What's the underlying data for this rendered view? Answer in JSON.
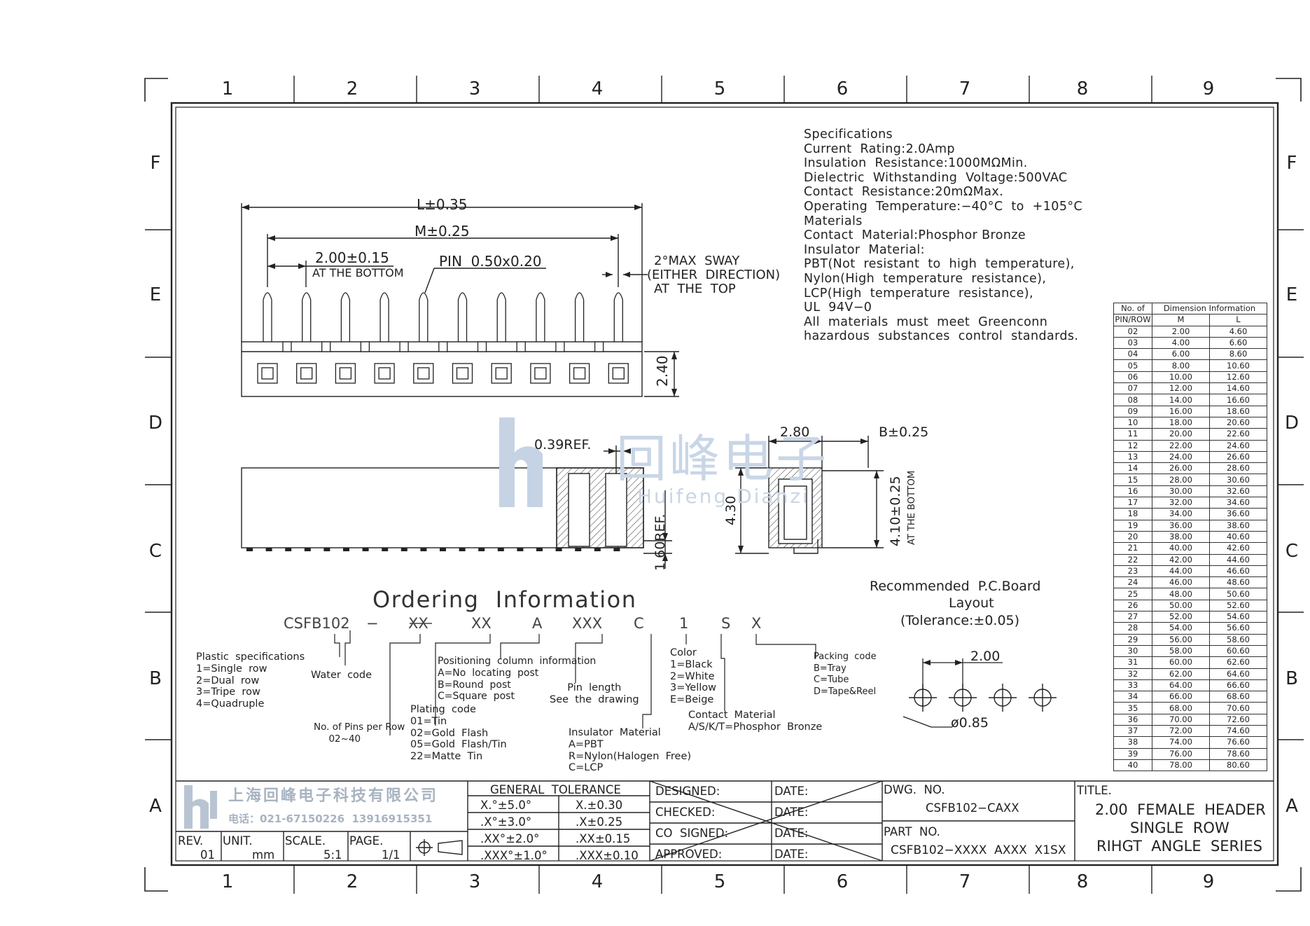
{
  "zones": {
    "columns": [
      "1",
      "2",
      "3",
      "4",
      "5",
      "6",
      "7",
      "8",
      "9"
    ],
    "rows": [
      "F",
      "E",
      "D",
      "C",
      "B",
      "A"
    ]
  },
  "specifications": {
    "lines": [
      "Specifications",
      "Current  Rating:2.0Amp",
      "Insulation  Resistance:1000MΩMin.",
      "Dielectric  Withstanding  Voltage:500VAC",
      "Contact  Resistance:20mΩMax.",
      "Operating  Temperature:−40°C  to  +105°C",
      "Materials",
      "Contact  Material:Phosphor Bronze",
      "Insulator  Material:",
      "PBT(Not  resistant  to  high  temperature),",
      "Nylon(High  temperature  resistance),",
      "LCP(High  temperature  resistance),",
      "UL  94V−0",
      "All  materials  must  meet  Greenconn",
      "hazardous  substances  control  standards."
    ]
  },
  "front_view": {
    "dim_L": "L±0.35",
    "dim_M": "M±0.25",
    "dim_pitch": "2.00±0.15",
    "dim_pitch_note": "AT THE BOTTOM",
    "pin_label": "PIN  0.50x0.20",
    "sway_1": "2°MAX  SWAY",
    "sway_2": "(EITHER  DIRECTION)",
    "sway_3": "AT  THE  TOP",
    "dim_height": "2.40"
  },
  "side_view": {
    "ref_039": "0.39REF.",
    "ref_160": "1.60REF.",
    "dim_280": "2.80",
    "dim_B": "B±0.25",
    "dim_430": "4.30",
    "dim_410": "4.10±0.25",
    "dim_410_note": "AT THE BOTTOM"
  },
  "pcb": {
    "title_1": "Recommended  P.C.Board",
    "title_2": "Layout",
    "tolerance": "(Tolerance:±0.05)",
    "pitch": "2.00",
    "hole": "ø0.85"
  },
  "ordering": {
    "title": "Ordering  Information",
    "code_parts": [
      "CSFB102",
      "−",
      "XX",
      "XX",
      "A",
      "XXX",
      "C",
      "1",
      "S",
      "X"
    ],
    "plastic": "Plastic  specifications\n1=Single  row\n2=Dual  row\n3=Tripe  row\n4=Quadruple",
    "water": "Water  code",
    "pins": "No. of Pins per Row\n     02~40",
    "plating": "Plating  code\n01=Tin\n02=Gold  Flash\n05=Gold  Flash/Tin\n22=Matte  Tin",
    "positioning": "Positioning  column  information\nA=No  locating  post\nB=Round  post\nC=Square  post",
    "pin_length": "Pin  length\nSee  the  drawing",
    "insulator": "Insulator  Material\nA=PBT\nR=Nylon(Halogen  Free)\nC=LCP",
    "color": "Color\n1=Black\n2=White\n3=Yellow\nE=Beige",
    "contact": "Contact  Material\nA/S/K/T=Phosphor  Bronze",
    "packing": "Packing  code\nB=Tray\nC=Tube\nD=Tape&Reel"
  },
  "dimension_table": {
    "header_pins": "No.  of",
    "header_pins2": "PIN/ROW",
    "header_info": "Dimension  Information",
    "col_M": "M",
    "col_L": "L",
    "rows": [
      [
        "02",
        "2.00",
        "4.60"
      ],
      [
        "03",
        "4.00",
        "6.60"
      ],
      [
        "04",
        "6.00",
        "8.60"
      ],
      [
        "05",
        "8.00",
        "10.60"
      ],
      [
        "06",
        "10.00",
        "12.60"
      ],
      [
        "07",
        "12.00",
        "14.60"
      ],
      [
        "08",
        "14.00",
        "16.60"
      ],
      [
        "09",
        "16.00",
        "18.60"
      ],
      [
        "10",
        "18.00",
        "20.60"
      ],
      [
        "11",
        "20.00",
        "22.60"
      ],
      [
        "12",
        "22.00",
        "24.60"
      ],
      [
        "13",
        "24.00",
        "26.60"
      ],
      [
        "14",
        "26.00",
        "28.60"
      ],
      [
        "15",
        "28.00",
        "30.60"
      ],
      [
        "16",
        "30.00",
        "32.60"
      ],
      [
        "17",
        "32.00",
        "34.60"
      ],
      [
        "18",
        "34.00",
        "36.60"
      ],
      [
        "19",
        "36.00",
        "38.60"
      ],
      [
        "20",
        "38.00",
        "40.60"
      ],
      [
        "21",
        "40.00",
        "42.60"
      ],
      [
        "22",
        "42.00",
        "44.60"
      ],
      [
        "23",
        "44.00",
        "46.60"
      ],
      [
        "24",
        "46.00",
        "48.60"
      ],
      [
        "25",
        "48.00",
        "50.60"
      ],
      [
        "26",
        "50.00",
        "52.60"
      ],
      [
        "27",
        "52.00",
        "54.60"
      ],
      [
        "28",
        "54.00",
        "56.60"
      ],
      [
        "29",
        "56.00",
        "58.60"
      ],
      [
        "30",
        "58.00",
        "60.60"
      ],
      [
        "31",
        "60.00",
        "62.60"
      ],
      [
        "32",
        "62.00",
        "64.60"
      ],
      [
        "33",
        "64.00",
        "66.60"
      ],
      [
        "34",
        "66.00",
        "68.60"
      ],
      [
        "35",
        "68.00",
        "70.60"
      ],
      [
        "36",
        "70.00",
        "72.60"
      ],
      [
        "37",
        "72.00",
        "74.60"
      ],
      [
        "38",
        "74.00",
        "76.60"
      ],
      [
        "39",
        "76.00",
        "78.60"
      ],
      [
        "40",
        "78.00",
        "80.60"
      ]
    ]
  },
  "title_block": {
    "company_cn": "上海回峰电子科技有限公司",
    "company_phone": "电话：021-67150226  13916915351",
    "rev_label": "REV.",
    "rev": "01",
    "unit_label": "UNIT.",
    "unit": "mm",
    "scale_label": "SCALE.",
    "scale": "5:1",
    "page_label": "PAGE.",
    "page": "1/1",
    "tolerance_title": "GENERAL  TOLERANCE",
    "tolerances": [
      [
        "X.°±5.0°",
        "X.±0.30"
      ],
      [
        ".X°±3.0°",
        ".X±0.25"
      ],
      [
        ".XX°±2.0°",
        ".XX±0.15"
      ],
      [
        ".XXX°±1.0°",
        ".XXX±0.10"
      ]
    ],
    "signoffs": [
      "DESIGNED:",
      "CHECKED:",
      "CO  SIGNED:",
      "APPROVED:"
    ],
    "date_label": "DATE:",
    "dwg_label": "DWG.  NO.",
    "dwg_no": "CSFB102−CAXX",
    "part_label": "PART  NO.",
    "part_no": "CSFB102−XXXX  AXXX  X1SX",
    "title_label": "TITLE.",
    "title_1": "2.00  FEMALE  HEADER",
    "title_2": "SINGLE  ROW",
    "title_3": "RIHGT  ANGLE  SERIES"
  },
  "watermark": {
    "cn": "回峰电子",
    "en": "Huifeng Dianzi"
  }
}
